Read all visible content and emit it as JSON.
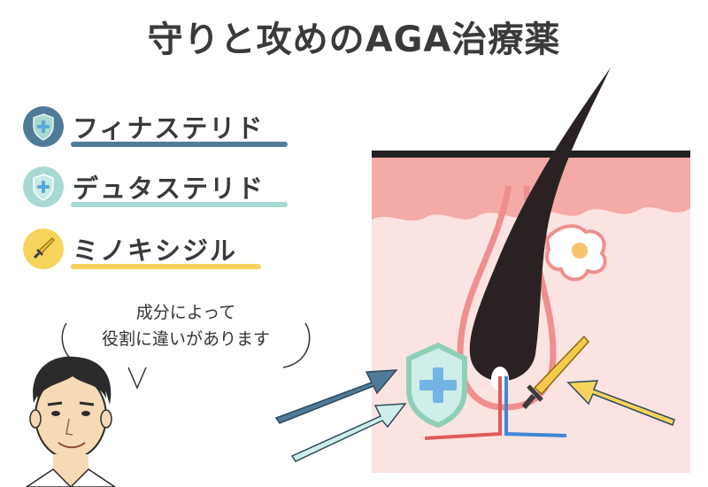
{
  "title": "守りと攻めのAGA治療薬",
  "legend": [
    {
      "label": "フィナステリド",
      "icon": "shield-icon",
      "color": "#4f7a98"
    },
    {
      "label": "デュタステリド",
      "icon": "shield-icon",
      "color": "#a7d8d2"
    },
    {
      "label": "ミノキシジル",
      "icon": "sword-icon",
      "color": "#f6d35a"
    }
  ],
  "speech": {
    "line1": "成分によって",
    "line2": "役割に違いがあります"
  }
}
